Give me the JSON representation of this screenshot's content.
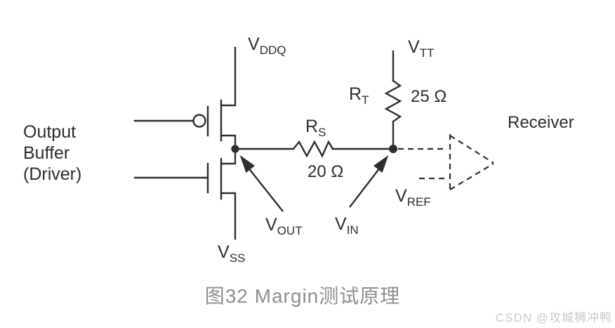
{
  "colors": {
    "background": "#ffffff",
    "line": "#2e2e2e",
    "caption_text": "#8e8e8e",
    "watermark_text": "#c9c9c9"
  },
  "diagram": {
    "output_buffer": {
      "lines": [
        "Output",
        "Buffer",
        "(Driver)"
      ]
    },
    "supplies": {
      "vddq": {
        "base": "V",
        "sub": "DDQ"
      },
      "vss": {
        "base": "V",
        "sub": "SS"
      },
      "vtt": {
        "base": "V",
        "sub": "TT"
      }
    },
    "resistors": {
      "rs": {
        "base": "R",
        "sub": "S",
        "value": "20 Ω"
      },
      "rt": {
        "base": "R",
        "sub": "T",
        "value": "25 Ω"
      }
    },
    "signals": {
      "vout": {
        "base": "V",
        "sub": "OUT"
      },
      "vin": {
        "base": "V",
        "sub": "IN"
      },
      "vref": {
        "base": "V",
        "sub": "REF"
      }
    },
    "receiver_label": "Receiver"
  },
  "caption": "图32 Margin测试原理",
  "watermark": "CSDN @攻城狮冲鸭"
}
